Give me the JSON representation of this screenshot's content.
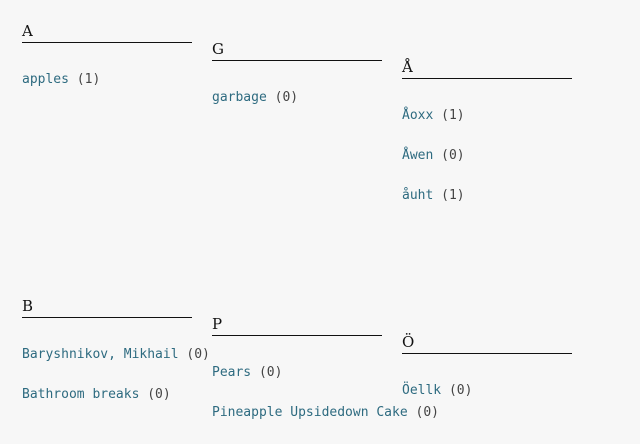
{
  "groups": [
    {
      "heading": "A",
      "items": [
        {
          "term": "apples",
          "count": "(1)"
        }
      ]
    },
    {
      "heading": "G",
      "items": [
        {
          "term": "garbage",
          "count": "(0)"
        }
      ]
    },
    {
      "heading": "Å",
      "items": [
        {
          "term": "Åoxx",
          "count": "(1)"
        },
        {
          "term": "Åwen",
          "count": "(0)"
        },
        {
          "term": "åuht",
          "count": "(1)"
        }
      ]
    },
    {
      "heading": "B",
      "items": [
        {
          "term": "Baryshnikov, Mikhail",
          "count": "(0)"
        },
        {
          "term": "Bathroom breaks",
          "count": "(0)"
        }
      ]
    },
    {
      "heading": "P",
      "items": [
        {
          "term": "Pears",
          "count": "(0)"
        },
        {
          "term": "Pineapple Upsidedown Cake",
          "count": "(0)"
        }
      ]
    },
    {
      "heading": "Ö",
      "items": [
        {
          "term": "Öellk",
          "count": "(0)"
        }
      ]
    }
  ]
}
